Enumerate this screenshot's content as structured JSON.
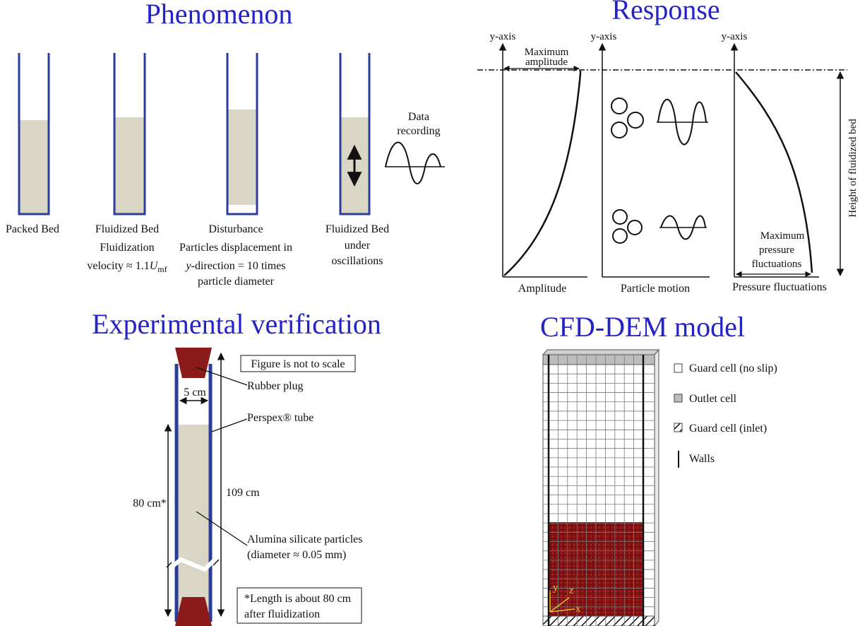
{
  "titles": {
    "phenomenon": "Phenomenon",
    "response": "Response",
    "experimental": "Experimental verification",
    "cfd": "CFD-DEM model"
  },
  "phenomenon": {
    "packed": "Packed Bed",
    "fluidized_line1": "Fluidized Bed",
    "fluidized_line2": "Fluidization",
    "fluidized_line3": "velocity ≈ 1.1",
    "fluidized_U": "U",
    "fluidized_sub": "mf",
    "disturbance_line1": "Disturbance",
    "disturbance_line2": "Particles displacement in",
    "disturbance_y": "y",
    "disturbance_line3": "-direction = 10 times",
    "disturbance_line4": "particle diameter",
    "oscillation_line1": "Fluidized Bed",
    "oscillation_line2": "under",
    "oscillation_line3": "oscillations",
    "data_line1": "Data",
    "data_line2": "recording"
  },
  "response": {
    "yaxis": "y-axis",
    "max_amp_line1": "Maximum",
    "max_amp_line2": "amplitude",
    "amplitude": "Amplitude",
    "particle_motion": "Particle motion",
    "pressure_fluctuations": "Pressure fluctuations",
    "max_press_line1": "Maximum",
    "max_press_line2": "pressure",
    "max_press_line3": "fluctuations",
    "height": "Height of fluidized bed"
  },
  "experimental": {
    "not_to_scale": "Figure is not to scale",
    "rubber_plug": "Rubber plug",
    "diameter": "5 cm",
    "perspex": "Perspex® tube",
    "length80": "80 cm*",
    "length109": "109 cm",
    "particles_line1": "Alumina silicate particles",
    "particles_line2": "(diameter ≈ 0.05 mm)",
    "note_line1": "*Length is about 80 cm",
    "note_line2": "after fluidization"
  },
  "cfd": {
    "legend": {
      "guard_noslip": "Guard cell (no slip)",
      "outlet": "Outlet cell",
      "guard_inlet": "Guard cell (inlet)",
      "walls": "Walls"
    },
    "axis_y": "y",
    "axis_z": "z",
    "axis_x": "x"
  },
  "colors": {
    "title": "#2323c8",
    "tube": "#2b3d9a",
    "bed": "#d9d6c6",
    "plug": "#8b1a1a",
    "particles": "#7a1010"
  }
}
